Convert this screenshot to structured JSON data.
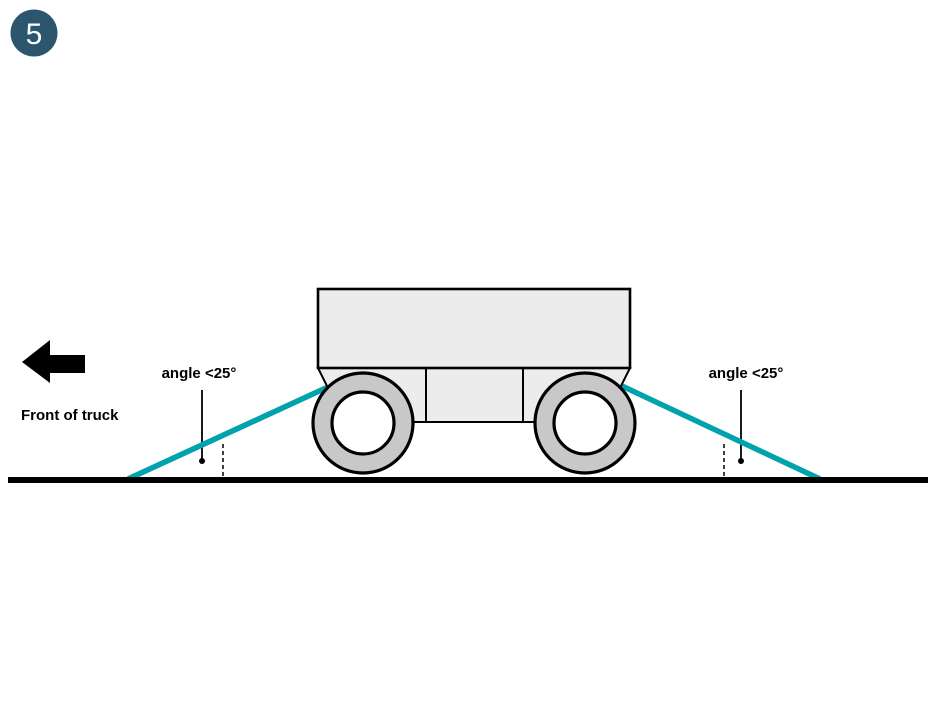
{
  "badge": {
    "number": "5",
    "color": "#2b566d",
    "text_color": "#ffffff"
  },
  "truck": {
    "front_label": "Front of truck",
    "body_color": "#ececec",
    "wheel_ring_color": "#c8c8c8",
    "hub_color": "#ffffff",
    "outline_color": "#000000"
  },
  "straps": {
    "color": "#00a3ad",
    "left_angle_label": "angle <25°",
    "right_angle_label": "angle <25°"
  },
  "ground": {
    "color": "#000000"
  },
  "icons": {
    "front_arrow": "left-arrow"
  }
}
